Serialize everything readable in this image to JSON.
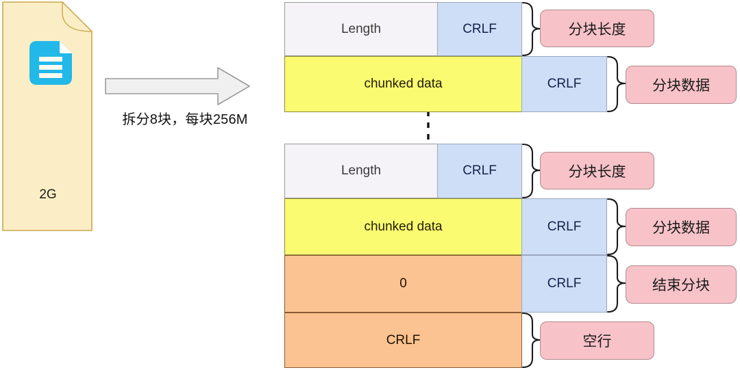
{
  "source": {
    "icon_name": "file-document-icon",
    "size_label": "2G"
  },
  "transform": {
    "arrow_name": "split-arrow-icon",
    "caption": "拆分8块，每块256M"
  },
  "packet": {
    "blocks": [
      {
        "name": "chunk-block-first",
        "rows": [
          {
            "name": "row-length-first",
            "left": {
              "text": "Length",
              "kind": "len"
            },
            "right": {
              "text": "CRLF",
              "kind": "crlf"
            },
            "tag": "分块长度"
          },
          {
            "name": "row-data-first",
            "left": {
              "text": "chunked data",
              "kind": "data"
            },
            "right": {
              "text": "CRLF",
              "kind": "crlf"
            },
            "tag": "分块数据"
          }
        ]
      },
      {
        "name": "chunk-block-last",
        "rows": [
          {
            "name": "row-length-last",
            "left": {
              "text": "Length",
              "kind": "len"
            },
            "right": {
              "text": "CRLF",
              "kind": "crlf"
            },
            "tag": "分块长度"
          },
          {
            "name": "row-data-last",
            "left": {
              "text": "chunked data",
              "kind": "data"
            },
            "right": {
              "text": "CRLF",
              "kind": "crlf"
            },
            "tag": "分块数据"
          },
          {
            "name": "row-terminator",
            "left": {
              "text": "0",
              "kind": "zero"
            },
            "right": {
              "text": "CRLF",
              "kind": "crlf"
            },
            "tag": "结束分块"
          },
          {
            "name": "row-empty-line",
            "left": {
              "text": "CRLF",
              "kind": "blank"
            },
            "right": null,
            "tag": "空行"
          }
        ]
      }
    ],
    "continuation_name": "vertical-dashed-continuation"
  },
  "colors": {
    "length_cell": "#f5f3f7",
    "crlf_cell": "#cfdef7",
    "data_cell": "#fbfb72",
    "terminator_cell": "#fbc391",
    "tag_fill": "#f7c3c8",
    "tag_border": "#b08a8e",
    "document_fill": "#fbeec6",
    "document_border": "#c9a84c",
    "icon_fill": "#22b8e8",
    "arrow_fill": "#f0f0f0",
    "arrow_border": "#9a9a9a"
  }
}
